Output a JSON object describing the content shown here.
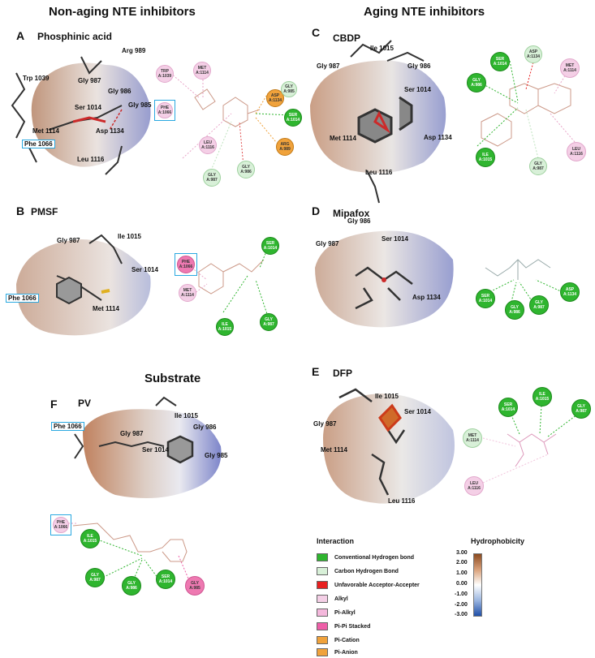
{
  "headings": {
    "left": "Non-aging NTE inhibitors",
    "right": "Aging NTE inhibitors",
    "substrate": "Substrate"
  },
  "panels": {
    "A": {
      "letter": "A",
      "title": "Phosphinic acid",
      "labels": [
        "Arg 989",
        "Trp 1039",
        "Gly 987",
        "Gly 986",
        "Ser 1014",
        "Gly 985",
        "Met 1114",
        "Asp 1134",
        "Phe 1066",
        "Leu 1116"
      ],
      "nodes": [
        {
          "res": "TRP",
          "id": "A:1039"
        },
        {
          "res": "MET",
          "id": "A:1114"
        },
        {
          "res": "PHE",
          "id": "A:1066"
        },
        {
          "res": "LEU",
          "id": "A:1116"
        },
        {
          "res": "GLY",
          "id": "A:987"
        },
        {
          "res": "GLY",
          "id": "A:986"
        },
        {
          "res": "ASP",
          "id": "A:1134"
        },
        {
          "res": "GLY",
          "id": "A:985"
        },
        {
          "res": "SER",
          "id": "A:1014"
        },
        {
          "res": "ARG",
          "id": "A:989"
        }
      ]
    },
    "B": {
      "letter": "B",
      "title": "PMSF",
      "labels": [
        "Gly 987",
        "Ile 1015",
        "Ser 1014",
        "Phe 1066",
        "Met 1114"
      ],
      "nodes": [
        {
          "res": "PHE",
          "id": "A:1066"
        },
        {
          "res": "SER",
          "id": "A:1014"
        },
        {
          "res": "MET",
          "id": "A:1114"
        },
        {
          "res": "ILE",
          "id": "A:1015"
        },
        {
          "res": "GLY",
          "id": "A:987"
        }
      ]
    },
    "C": {
      "letter": "C",
      "title": "CBDP",
      "labels": [
        "Ile 1015",
        "Gly 987",
        "Gly 986",
        "Ser 1014",
        "Met 1114",
        "Asp 1134",
        "Leu 1116"
      ],
      "nodes": [
        {
          "res": "SER",
          "id": "A:1014"
        },
        {
          "res": "ASP",
          "id": "A:1134"
        },
        {
          "res": "MET",
          "id": "A:1114"
        },
        {
          "res": "GLY",
          "id": "A:986"
        },
        {
          "res": "ILE",
          "id": "A:1015"
        },
        {
          "res": "GLY",
          "id": "A:987"
        },
        {
          "res": "LEU",
          "id": "A:1116"
        }
      ]
    },
    "D": {
      "letter": "D",
      "title": "Mipafox",
      "labels": [
        "Gly 986",
        "Gly 987",
        "Ser 1014",
        "Asp 1134"
      ],
      "nodes": [
        {
          "res": "SER",
          "id": "A:1014"
        },
        {
          "res": "GLY",
          "id": "A:986"
        },
        {
          "res": "GLY",
          "id": "A:987"
        },
        {
          "res": "ASP",
          "id": "A:1134"
        }
      ]
    },
    "E": {
      "letter": "E",
      "title": "DFP",
      "labels": [
        "Ile 1015",
        "Ser 1014",
        "Gly 987",
        "Met 1114",
        "Leu 1116"
      ],
      "nodes": [
        {
          "res": "SER",
          "id": "A:1014"
        },
        {
          "res": "ILE",
          "id": "A:1015"
        },
        {
          "res": "GLY",
          "id": "A:987"
        },
        {
          "res": "MET",
          "id": "A:1114"
        },
        {
          "res": "LEU",
          "id": "A:1116"
        }
      ]
    },
    "F": {
      "letter": "F",
      "title": "PV",
      "labels": [
        "Phe 1066",
        "Ile 1015",
        "Gly 987",
        "Gly 986",
        "Ser 1014",
        "Gly 985"
      ],
      "nodes": [
        {
          "res": "PHE",
          "id": "A:1066"
        },
        {
          "res": "ILE",
          "id": "A:1015"
        },
        {
          "res": "GLY",
          "id": "A:987"
        },
        {
          "res": "GLY",
          "id": "A:986"
        },
        {
          "res": "SER",
          "id": "A:1014"
        },
        {
          "res": "GLY",
          "id": "A:985"
        }
      ]
    }
  },
  "legend": {
    "title": "Interaction",
    "items": [
      {
        "label": "Conventional Hydrogen bond",
        "color": "#2fb52f"
      },
      {
        "label": "Carbon Hydrogen Bond",
        "color": "#d8f0d8"
      },
      {
        "label": "Unfavorable Acceptor-Accepter",
        "color": "#e82020"
      },
      {
        "label": "Alkyl",
        "color": "#f4cfe6"
      },
      {
        "label": "Pi-Alkyl",
        "color": "#f4b8dc"
      },
      {
        "label": "Pi-Pi Stacked",
        "color": "#ee5fa8"
      },
      {
        "label": "Pi-Cation",
        "color": "#f0a23b"
      },
      {
        "label": "Pi-Anion",
        "color": "#f0a23b"
      }
    ]
  },
  "hydrophobicity": {
    "title": "Hydrophobicity",
    "ticks": [
      "3.00",
      "2.00",
      "1.00",
      "0.00",
      "-1.00",
      "-2.00",
      "-3.00"
    ]
  }
}
